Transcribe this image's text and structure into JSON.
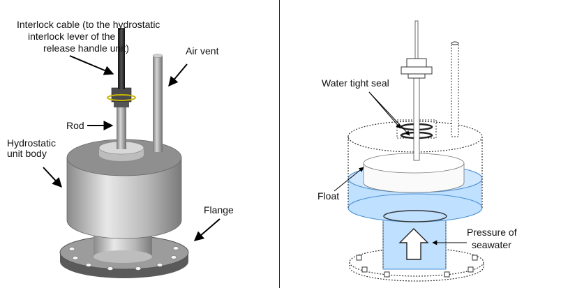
{
  "left": {
    "labels": {
      "interlock_line1": "Interlock cable (to the hydrostatic",
      "interlock_line2": "interlock lever of the",
      "interlock_line3": "release handle unit)",
      "air_vent": "Air vent",
      "rod": "Rod",
      "body_line1": "Hydrostatic",
      "body_line2": "unit body",
      "flange": "Flange"
    }
  },
  "right": {
    "labels": {
      "seal": "Water tight seal",
      "float": "Float",
      "pressure_line1": "Pressure of",
      "pressure_line2": "seawater"
    },
    "colors": {
      "water": "#bfe0ff",
      "water_edge": "#4a8fd0"
    }
  }
}
